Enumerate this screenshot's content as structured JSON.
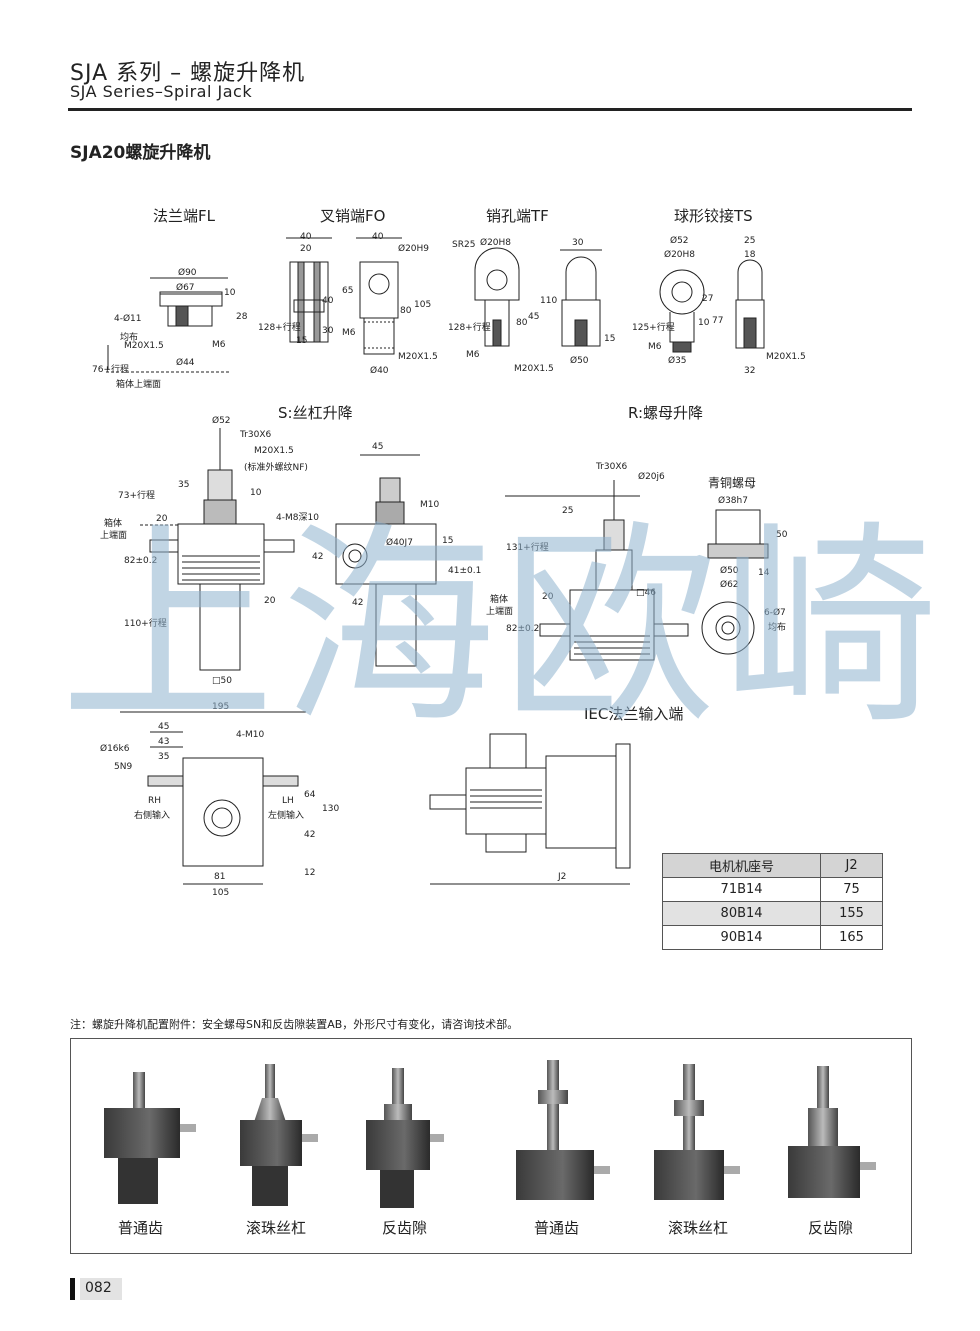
{
  "header": {
    "title": "SJA 系列 – 螺旋升降机",
    "subtitle": "SJA Series–Spiral Jack"
  },
  "section_title": "SJA20螺旋升降机",
  "end_types": [
    "法兰端FL",
    "叉销端FO",
    "销孔端TF",
    "球形铰接TS"
  ],
  "views": {
    "screw_lift": "S:丝杠升降",
    "nut_lift": "R:螺母升降",
    "bronze_nut": "青铜螺母",
    "iec_input": "IEC法兰输入端"
  },
  "dims": {
    "fl": [
      "Ø90",
      "Ø67",
      "4-Ø11",
      "均布",
      "M20X1.5",
      "76+行程",
      "Ø44",
      "M6",
      "10",
      "28",
      "箱体上端面"
    ],
    "fo": [
      "40",
      "20",
      "40",
      "Ø20H9",
      "65",
      "40",
      "30",
      "15",
      "128+行程",
      "M6",
      "80",
      "105",
      "Ø40",
      "M20X1.5"
    ],
    "tf": [
      "SR25",
      "Ø20H8",
      "30",
      "128+行程",
      "45",
      "80",
      "110",
      "M6",
      "M20X1.5",
      "Ø50",
      "15"
    ],
    "ts": [
      "Ø52",
      "Ø20H8",
      "25",
      "18",
      "125+行程",
      "M6",
      "27",
      "10",
      "77",
      "Ø35",
      "M20X1.5",
      "32"
    ],
    "s": [
      "Ø52",
      "Tr30X6",
      "M20X1.5",
      "(标准外螺纹NF)",
      "35",
      "10",
      "73+行程",
      "箱体",
      "上端面",
      "20",
      "82±0.2",
      "110+行程",
      "□50",
      "195",
      "45",
      "4-M8深10",
      "M10",
      "Ø40J7",
      "42",
      "15",
      "41±0.1",
      "20",
      "42"
    ],
    "r": [
      "Tr30X6",
      "Ø20j6",
      "25",
      "131+行程",
      "箱体",
      "上端面",
      "20",
      "82±0.2",
      "□46",
      "Ø38h7",
      "50",
      "Ø50",
      "Ø62",
      "14",
      "6-Ø7",
      "均布"
    ],
    "bottom": [
      "45",
      "43",
      "35",
      "Ø16k6",
      "5N9",
      "4-M10",
      "RH",
      "右侧输入",
      "LH",
      "左侧输入",
      "64",
      "42",
      "130",
      "12",
      "81",
      "105",
      "J2"
    ]
  },
  "watermark": "上海欧崎",
  "motor_table": {
    "headers": [
      "电机机座号",
      "J2"
    ],
    "rows": [
      [
        "71B14",
        "75"
      ],
      [
        "80B14",
        "155"
      ],
      [
        "90B14",
        "165"
      ]
    ]
  },
  "note": "注：螺旋升降机配置附件：安全螺母SN和反齿隙装置AB，外形尺寸有变化，请咨询技术部。",
  "photo_captions": [
    "普通齿",
    "滚珠丝杠",
    "反齿隙",
    "普通齿",
    "滚珠丝杠",
    "反齿隙"
  ],
  "page_number": "082"
}
